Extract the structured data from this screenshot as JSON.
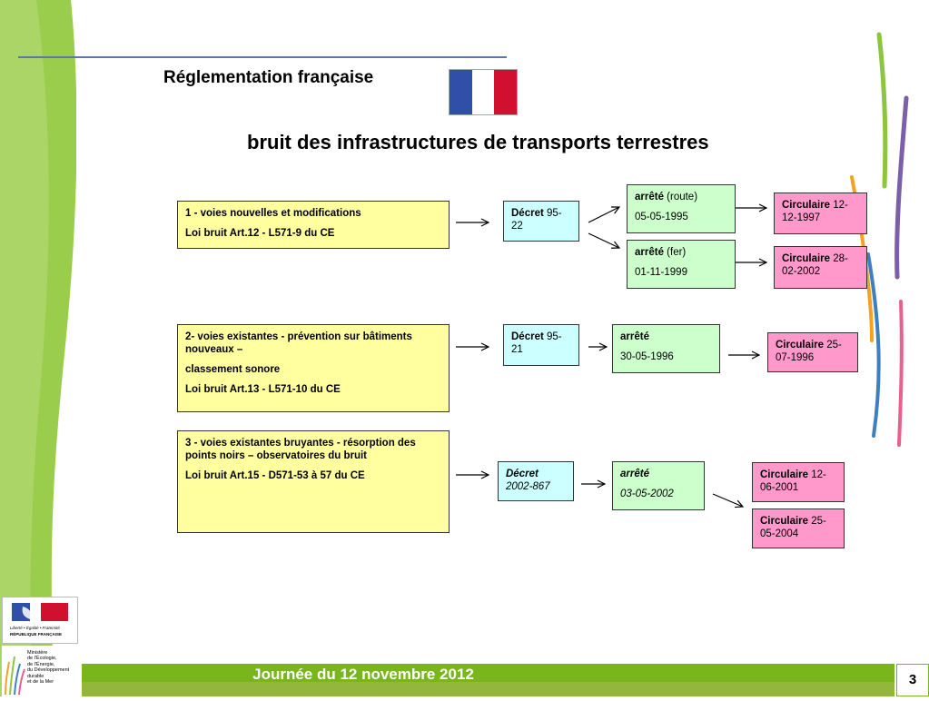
{
  "header": {
    "title": "Réglementation française",
    "subtitle": "bruit des infrastructures de transports terrestres"
  },
  "colors": {
    "flag_blue": "#2f4fa8",
    "flag_red": "#d0102e",
    "yellow_box": "#ffffa0",
    "cyan_box": "#ccffff",
    "green_box": "#ccffcc",
    "pink_box": "#ff99cc",
    "footer_green": "#7ab51d"
  },
  "row1": {
    "main_line1": "1 - voies nouvelles et modifications",
    "main_line2": "Loi bruit Art.12 - L571-9 du CE",
    "decret_label": "Décret",
    "decret_num": " 95-22",
    "arrete1_label": "arrêté",
    "arrete1_type": " (route)",
    "arrete1_date": "05-05-1995",
    "arrete2_label": "arrêté",
    "arrete2_type": " (fer)",
    "arrete2_date": "01-11-1999",
    "circ1_label": "Circulaire",
    "circ1_date": " 12-12-1997",
    "circ2_label": "Circulaire",
    "circ2_date": " 28-02-2002"
  },
  "row2": {
    "main_line1": "2- voies existantes - prévention sur bâtiments nouveaux –",
    "main_line2": "classement sonore",
    "main_line3": "Loi bruit Art.13 - L571-10 du CE",
    "decret_label": "Décret",
    "decret_num": " 95-21",
    "arrete_label": "arrêté",
    "arrete_date": "30-05-1996",
    "circ_label": "Circulaire",
    "circ_date": " 25-07-1996"
  },
  "row3": {
    "main_line1": "3 - voies existantes bruyantes - résorption des points noirs – observatoires du bruit",
    "main_line2": "Loi bruit Art.15 - D571-53 à 57 du CE",
    "decret_label": "Décret",
    "decret_num": "2002-867",
    "arrete_label": "arrêté",
    "arrete_date": "03-05-2002",
    "circ1_label": "Circulaire",
    "circ1_date": " 12-06-2001",
    "circ2_label": "Circulaire",
    "circ2_date": " 25-05-2004"
  },
  "footer": {
    "text": "Journée du  12 novembre 2012",
    "page": "3"
  },
  "logo": {
    "devise": "Liberté • Égalité • Fraternité",
    "republique": "RÉPUBLIQUE FRANÇAISE",
    "ministere": [
      "Ministère",
      "de l'Écologie,",
      "de l'Énergie,",
      "du Développement",
      "durable",
      "et de la Mer"
    ]
  }
}
